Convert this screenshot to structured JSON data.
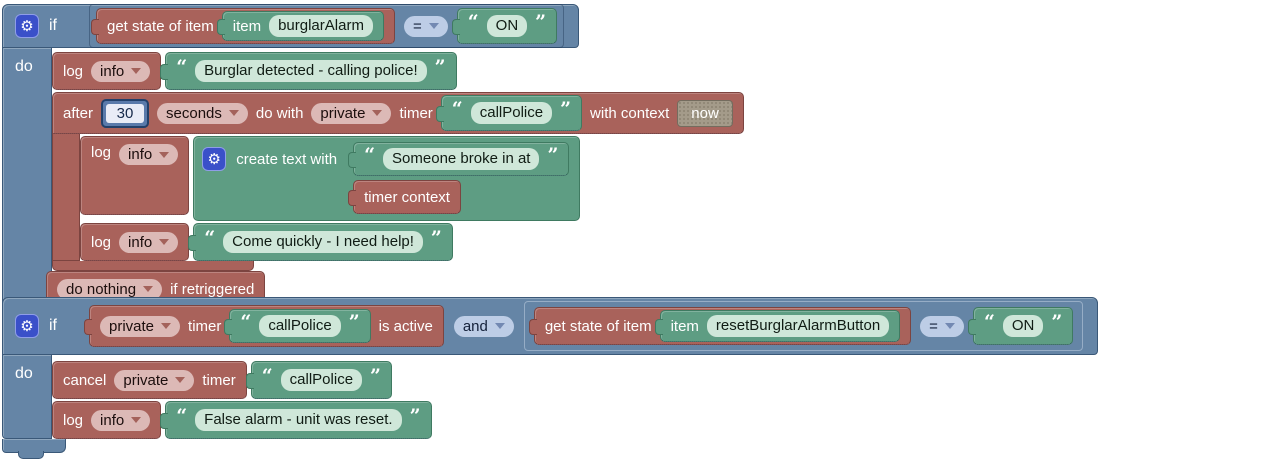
{
  "glyphs": {
    "open_quote": "“",
    "close_quote": "”",
    "gear": "⚙"
  },
  "colors": {
    "container_blue": "#6585a6",
    "block_red": "#a9625b",
    "block_green": "#5e9d83",
    "field_green": "#cfe7d9",
    "field_pink": "#dcb9b6",
    "field_blue": "#bdcde6",
    "shadow_tan": "#a49b8a",
    "number_blue": "#5a7aab",
    "gear_blue": "#3a50c9"
  },
  "block1": {
    "if_label": "if",
    "do_label": "do",
    "condition": {
      "get_state_label": "get state of item",
      "item_label": "item",
      "item_name": "burglarAlarm",
      "operator": "=",
      "value": "ON"
    },
    "log1": {
      "label": "log",
      "level": "info",
      "message": "Burglar detected - calling police!"
    },
    "timer": {
      "after_label": "after",
      "delay": "30",
      "unit": "seconds",
      "do_with_label": "do with",
      "scope": "private",
      "timer_label": "timer",
      "timer_name": "callPolice",
      "with_context_label": "with context",
      "context_value": "now"
    },
    "log2": {
      "label": "log",
      "level": "info",
      "create_text_label": "create text with",
      "text_part": "Someone broke in at",
      "context_part": "timer context"
    },
    "log3": {
      "label": "log",
      "level": "info",
      "message": "Come quickly - I need help!"
    },
    "retrigger": {
      "policy": "do nothing",
      "suffix_label": "if retriggered"
    }
  },
  "block2": {
    "if_label": "if",
    "do_label": "do",
    "timer_active": {
      "scope": "private",
      "timer_label": "timer",
      "timer_name": "callPolice",
      "suffix_label": "is active"
    },
    "logic_operator": "and",
    "condition": {
      "get_state_label": "get state of item",
      "item_label": "item",
      "item_name": "resetBurglarAlarmButton",
      "operator": "=",
      "value": "ON"
    },
    "cancel": {
      "label": "cancel",
      "scope": "private",
      "timer_label": "timer",
      "timer_name": "callPolice"
    },
    "log": {
      "label": "log",
      "level": "info",
      "message": "False alarm - unit was reset."
    }
  }
}
